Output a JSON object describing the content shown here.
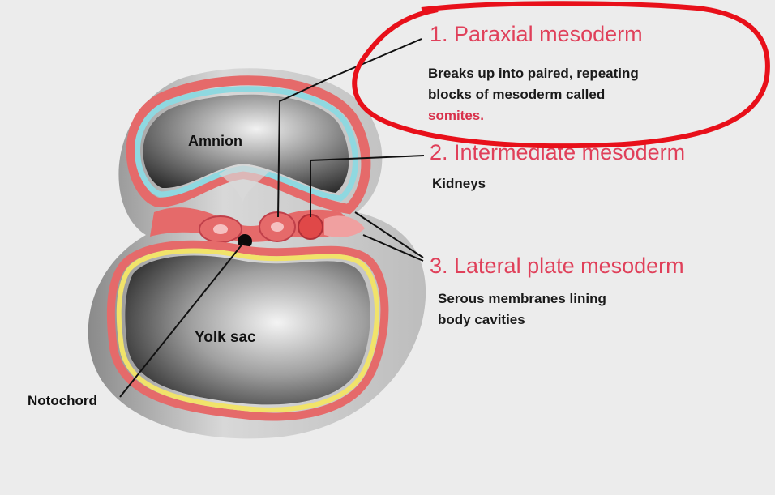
{
  "diagram": {
    "structure_labels": {
      "amnion": "Amnion",
      "yolk_sac": "Yolk sac",
      "notochord": "Notochord"
    },
    "mesoderm": [
      {
        "title": "1. Paraxial mesoderm",
        "description_lines": [
          "Breaks up into paired, repeating",
          "blocks of mesoderm called"
        ],
        "highlight": "somites."
      },
      {
        "title": "2. Intermediate mesoderm",
        "description_lines": [
          "Kidneys"
        ]
      },
      {
        "title": "3. Lateral plate mesoderm",
        "description_lines": [
          "Serous membranes lining",
          "body cavities"
        ]
      }
    ],
    "colors": {
      "mesoderm_red": "#e56a6a",
      "amnion_cyan": "#8fd8e0",
      "yolk_yellow": "#f1e36a",
      "label_red": "#e0405a",
      "circle_red": "#e8101a",
      "background": "#ececec"
    }
  }
}
